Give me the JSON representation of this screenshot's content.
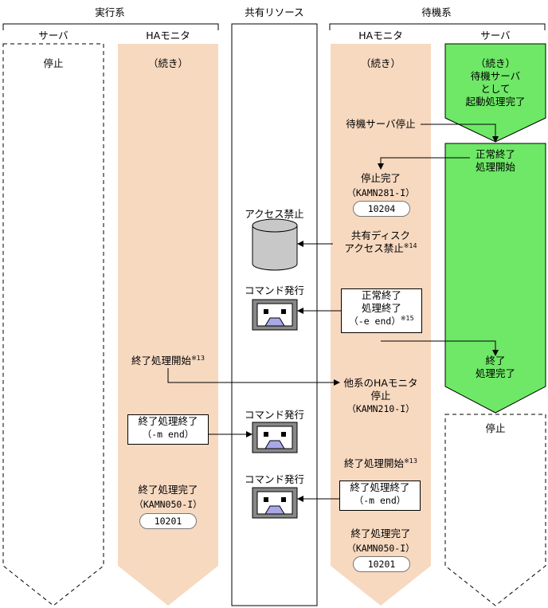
{
  "headers": {
    "active_system": "実行系",
    "shared_resources": "共有リソース",
    "standby_system": "待機系"
  },
  "columns": {
    "active_server": "サーバ",
    "active_ha_monitor": "HAモニタ",
    "standby_ha_monitor": "HAモニタ",
    "standby_server": "サーバ"
  },
  "active_server": {
    "status": "停止"
  },
  "active_ha": {
    "continued": "（続き）",
    "termination_start": "終了処理開始",
    "termination_start_note": "※13",
    "termination_end_box": [
      "終了処理終了",
      "（-m end）"
    ],
    "termination_complete": "終了処理完了",
    "termination_complete_code": "（KAMN050-I）",
    "termination_complete_pill": "10201"
  },
  "shared": {
    "access_denied_label": "アクセス禁止",
    "command_issue_1": "コマンド発行",
    "command_issue_2": "コマンド発行",
    "command_issue_3": "コマンド発行"
  },
  "standby_ha": {
    "continued": "（続き）",
    "standby_server_stop": "待機サーバ停止",
    "stop_complete": "停止完了",
    "stop_complete_code": "（KAMN281-I）",
    "stop_complete_pill": "10204",
    "shared_disk_access_denied": [
      "共有ディスク",
      "アクセス禁止"
    ],
    "shared_disk_note": "※14",
    "normal_end_box": [
      "正常終了",
      "処理終了",
      "（-e end）"
    ],
    "normal_end_note": "※15",
    "other_system_stop": [
      "他系のHAモニタ",
      "停止",
      "（KAMN210-I）"
    ],
    "termination_start": "終了処理開始",
    "termination_start_note": "※13",
    "termination_end_box": [
      "終了処理終了",
      "（-m end）"
    ],
    "termination_complete": "終了処理完了",
    "termination_complete_code": "（KAMN050-I）",
    "termination_complete_pill": "10201"
  },
  "standby_server": {
    "top_lines": [
      "（続き）",
      "待機サーバ",
      "として",
      "起動処理完了"
    ],
    "normal_end_start": [
      "正常終了",
      "処理開始"
    ],
    "end_complete": [
      "終了",
      "処理完了"
    ],
    "status": "停止"
  },
  "colors": {
    "ha_fill": "#f7d9c0",
    "server_fill": "#6ee866",
    "cylinder_fill": "#c8c8c8",
    "terminal_screen": "#a8a8e8"
  }
}
